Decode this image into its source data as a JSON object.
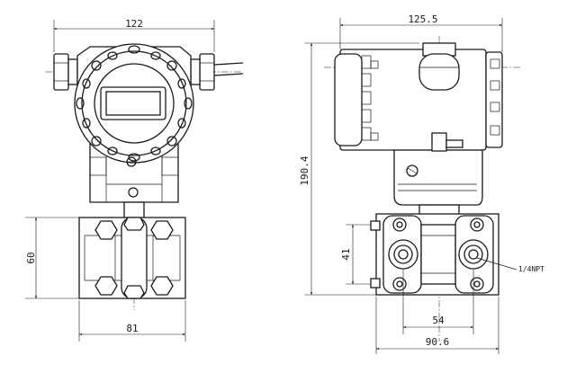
{
  "front_view": {
    "width_top": "122",
    "height_flange": "60",
    "width_flange": "81"
  },
  "side_view": {
    "width_top": "125.5",
    "total_height": "190.4",
    "port_spacing_vertical": "41",
    "port_spacing_horizontal": "54",
    "width_bottom": "90.6",
    "port_thread_label": "1/4NPT"
  }
}
